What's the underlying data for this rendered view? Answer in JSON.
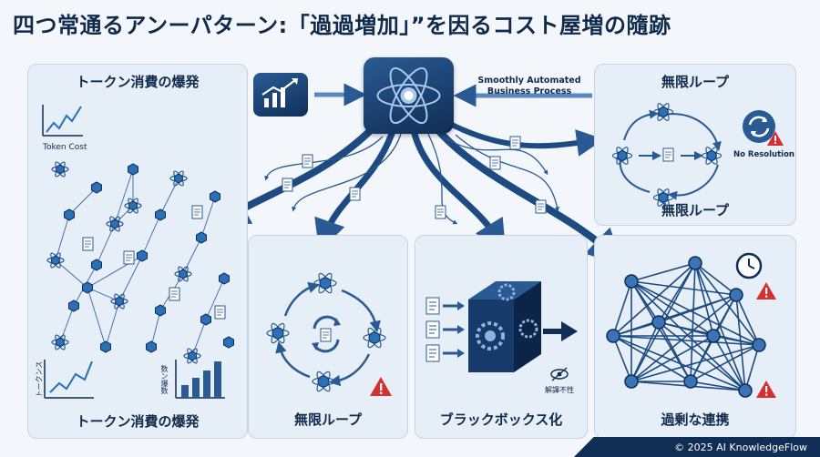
{
  "title": "四つ常通るアンーパターン:「過過増加」”を因るコスト屋増の隨跡",
  "center_label": "Smoothly Automated\nBusiness Process",
  "panels": {
    "token": {
      "title_top": "トークン消費の爆発",
      "title_bottom": "トークン消費の爆発",
      "chart1_label": "Token Cost",
      "chart2_label": "トークンス",
      "chart3_label": "数ン爆数"
    },
    "loop_top": {
      "title_top": "無限ループ",
      "title_bottom": "無限ループ",
      "status_label": "No Resolution"
    },
    "loop": {
      "title": "無限ループ"
    },
    "blackbox": {
      "title": "ブラックボックス化",
      "label": "解譯不性"
    },
    "overcoupling": {
      "title": "過剰な連携"
    }
  },
  "footer": "© 2025 AI KnowledgeFlow",
  "colors": {
    "navy": "#0f2d55",
    "accent": "#2a6fb8",
    "panel": "#e6eef7",
    "warning": "#d62f2f"
  },
  "icons": [
    "atom-icon",
    "growth-chart-icon",
    "document-icon",
    "sync-icon",
    "warning-icon",
    "gear-icon",
    "clock-icon",
    "eye-slash-icon"
  ]
}
